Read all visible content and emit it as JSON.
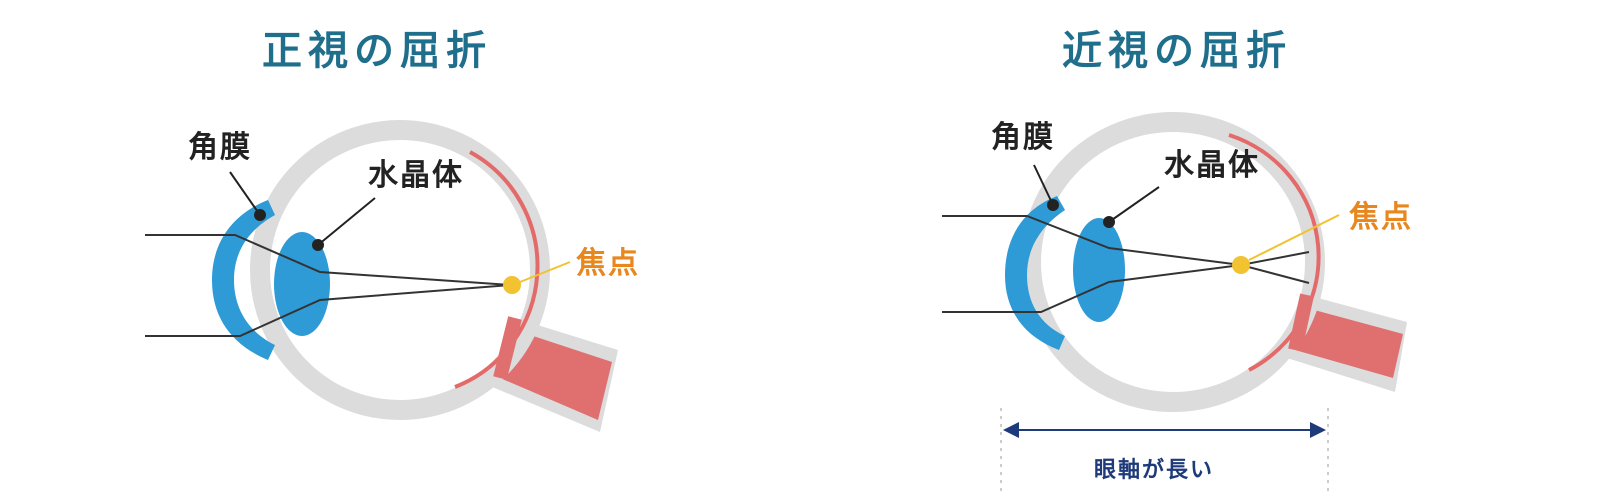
{
  "panels": [
    {
      "id": "emmetropia",
      "title": "正視の屈折",
      "labels": {
        "cornea": "角膜",
        "lens": "水晶体",
        "focus": "焦点"
      }
    },
    {
      "id": "myopia",
      "title": "近視の屈折",
      "labels": {
        "cornea": "角膜",
        "lens": "水晶体",
        "focus": "焦点"
      },
      "axis_label": "眼軸が長い"
    }
  ],
  "colors": {
    "title": "#1f6e8c",
    "sclera": "#dcdcdc",
    "cornea": "#2e9ad6",
    "lens": "#2e9ad6",
    "retina": "#e46a6a",
    "optic_nerve": "#e07070",
    "focus_point": "#f2c230",
    "focus_label": "#e8871e",
    "ray": "#333333",
    "axis_arrow": "#1e3a7a"
  }
}
